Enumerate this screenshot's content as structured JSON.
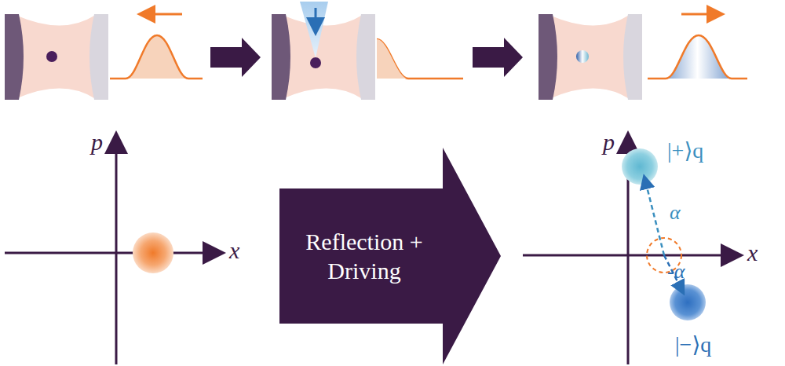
{
  "diagram": {
    "nodes": [
      {
        "text": [
          "Reflection + Driving"
        ]
      }
    ],
    "edges": [],
    "labels": [
      "p",
      "x",
      "p",
      "x",
      "|+⟩q",
      "α",
      "-α",
      "|−⟩q"
    ]
  }
}
